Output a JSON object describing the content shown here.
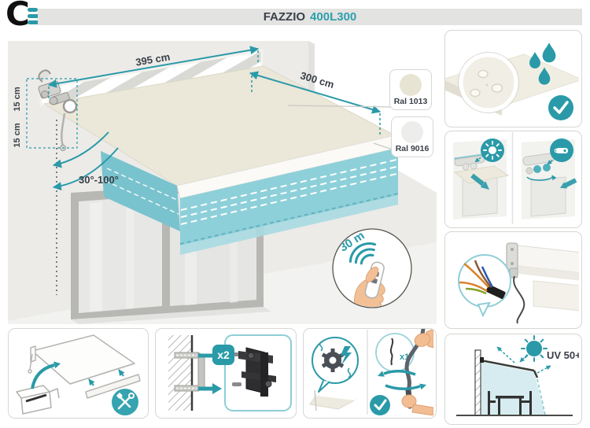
{
  "colors": {
    "accent": "#2a9aa8",
    "accent_light": "#8fcdd6",
    "fabric_beige": "#ebe7d9",
    "valance_teal": "#8ed0d9",
    "text_dark": "#3a4049",
    "title_bar_bg": "#e3e3e1"
  },
  "header": {
    "brand_letter": "C",
    "product_name": "FAZZIO",
    "product_code": "400L300"
  },
  "diagram": {
    "width_label": "395 cm",
    "projection_label": "300 cm",
    "offset_labels": [
      "15 cm",
      "15 cm"
    ],
    "angle_range_label": "30°-100°",
    "remote_range_label": "30 m",
    "swatches": [
      {
        "label": "Ral 1013",
        "hex": "#e8e4d3"
      },
      {
        "label": "Ral 9016",
        "hex": "#ededeb"
      }
    ]
  },
  "side_panels": [
    {
      "id": "water-repellent-fabric"
    },
    {
      "id": "sun-wind-automation"
    },
    {
      "id": "motor-power-cable"
    },
    {
      "id": "uv-protection",
      "label": "UV 50+"
    }
  ],
  "bottom_panels": [
    {
      "id": "unboxing-assembly"
    },
    {
      "id": "wall-mount-brackets",
      "count_label": "x2"
    },
    {
      "id": "manual-crank-override",
      "count_label": "x1"
    }
  ]
}
